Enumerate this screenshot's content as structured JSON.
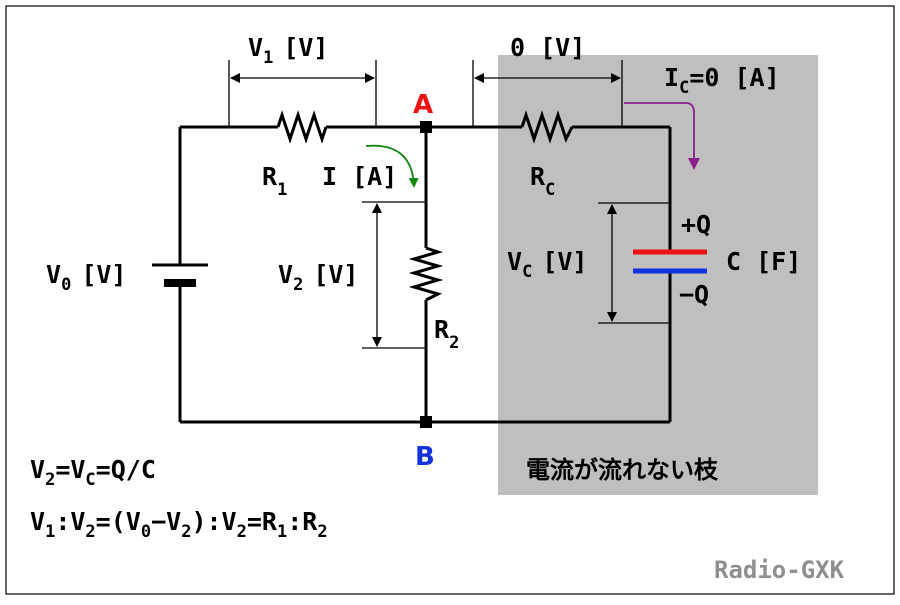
{
  "colors": {
    "green": "#118811",
    "purple": "#882288",
    "red": "#ee1111",
    "blue": "#1133dd",
    "shade": "#bfbfbf",
    "watermark": "#8f8f8f"
  },
  "labels": {
    "v1": {
      "main": "V",
      "sub": "1",
      "unit": "[V]"
    },
    "zero_v": {
      "text": "0 [V]"
    },
    "ic": {
      "main": "I",
      "sub": "C",
      "rest": "=0 [A]"
    },
    "node_a": "A",
    "node_b": "B",
    "r1": {
      "main": "R",
      "sub": "1"
    },
    "rc": {
      "main": "R",
      "sub": "C"
    },
    "r2": {
      "main": "R",
      "sub": "2"
    },
    "current": {
      "text": "I [A]"
    },
    "v0": {
      "main": "V",
      "sub": "0",
      "unit": "[V]"
    },
    "v2": {
      "main": "V",
      "sub": "2",
      "unit": "[V]"
    },
    "vc": {
      "main": "V",
      "sub": "C",
      "unit": "[V]"
    },
    "plus_q": "+Q",
    "minus_q": "−Q",
    "cap": "C [F]",
    "no_current": "電流が流れない枝",
    "watermark": "Radio-GXK"
  },
  "equations": {
    "eq1": [
      {
        "t": "V"
      },
      {
        "t": "2",
        "sub": true
      },
      {
        "t": "=V"
      },
      {
        "t": "C",
        "sub": true
      },
      {
        "t": "=Q/C"
      }
    ],
    "eq2": [
      {
        "t": "V"
      },
      {
        "t": "1",
        "sub": true
      },
      {
        "t": ":V"
      },
      {
        "t": "2",
        "sub": true
      },
      {
        "t": "=(V"
      },
      {
        "t": "0",
        "sub": true
      },
      {
        "t": "−V"
      },
      {
        "t": "2",
        "sub": true
      },
      {
        "t": "):V"
      },
      {
        "t": "2",
        "sub": true
      },
      {
        "t": "=R"
      },
      {
        "t": "1",
        "sub": true
      },
      {
        "t": ":R"
      },
      {
        "t": "2",
        "sub": true
      }
    ]
  }
}
